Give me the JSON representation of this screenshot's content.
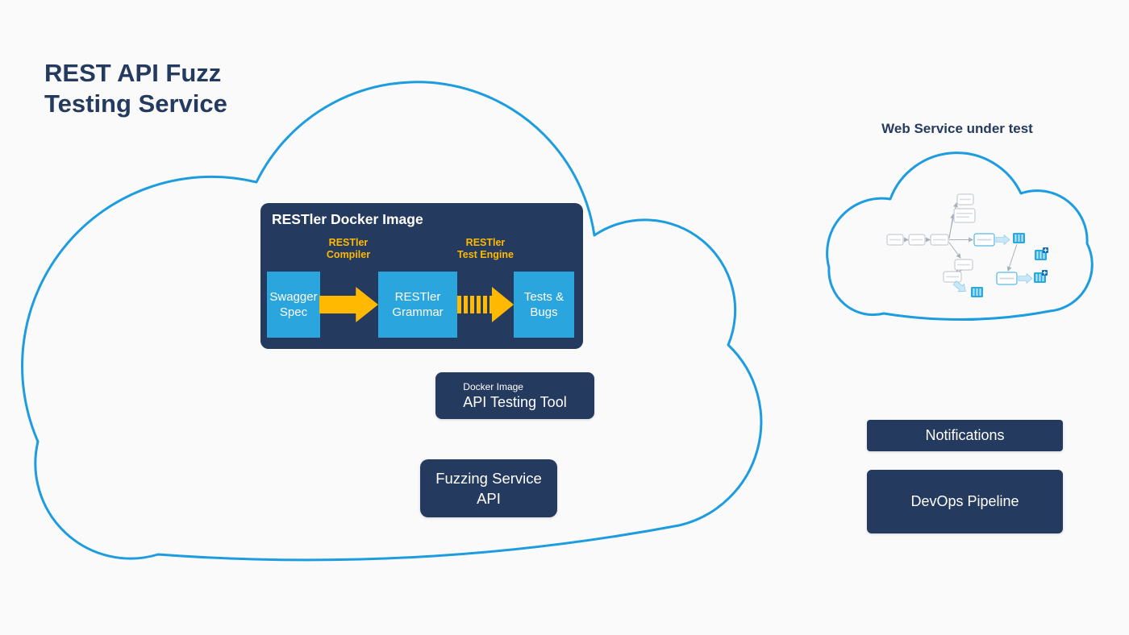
{
  "colors": {
    "background": "#FAFAFA",
    "navy": "#243A5E",
    "cyan": "#2AA5DE",
    "yellow": "#FFB900",
    "cloud_stroke": "#1D9CE0"
  },
  "title": {
    "line1": "REST API Fuzz",
    "line2": "Testing Service"
  },
  "restler_docker_image": {
    "title": "RESTler Docker Image",
    "nodes": [
      "Swagger Spec",
      "RESTler Grammar",
      "Tests & Bugs"
    ],
    "arrow_labels": [
      {
        "line1": "RESTler",
        "line2": "Compiler"
      },
      {
        "line1": "RESTler",
        "line2": "Test Engine"
      }
    ]
  },
  "api_testing_tool": {
    "subtitle": "Docker Image",
    "title": "API Testing Tool"
  },
  "fuzzing_service": {
    "label": "Fuzzing Service API"
  },
  "web_service": {
    "label": "Web Service under test"
  },
  "notifications": {
    "label": "Notifications"
  },
  "devops": {
    "label": "DevOps Pipeline"
  }
}
